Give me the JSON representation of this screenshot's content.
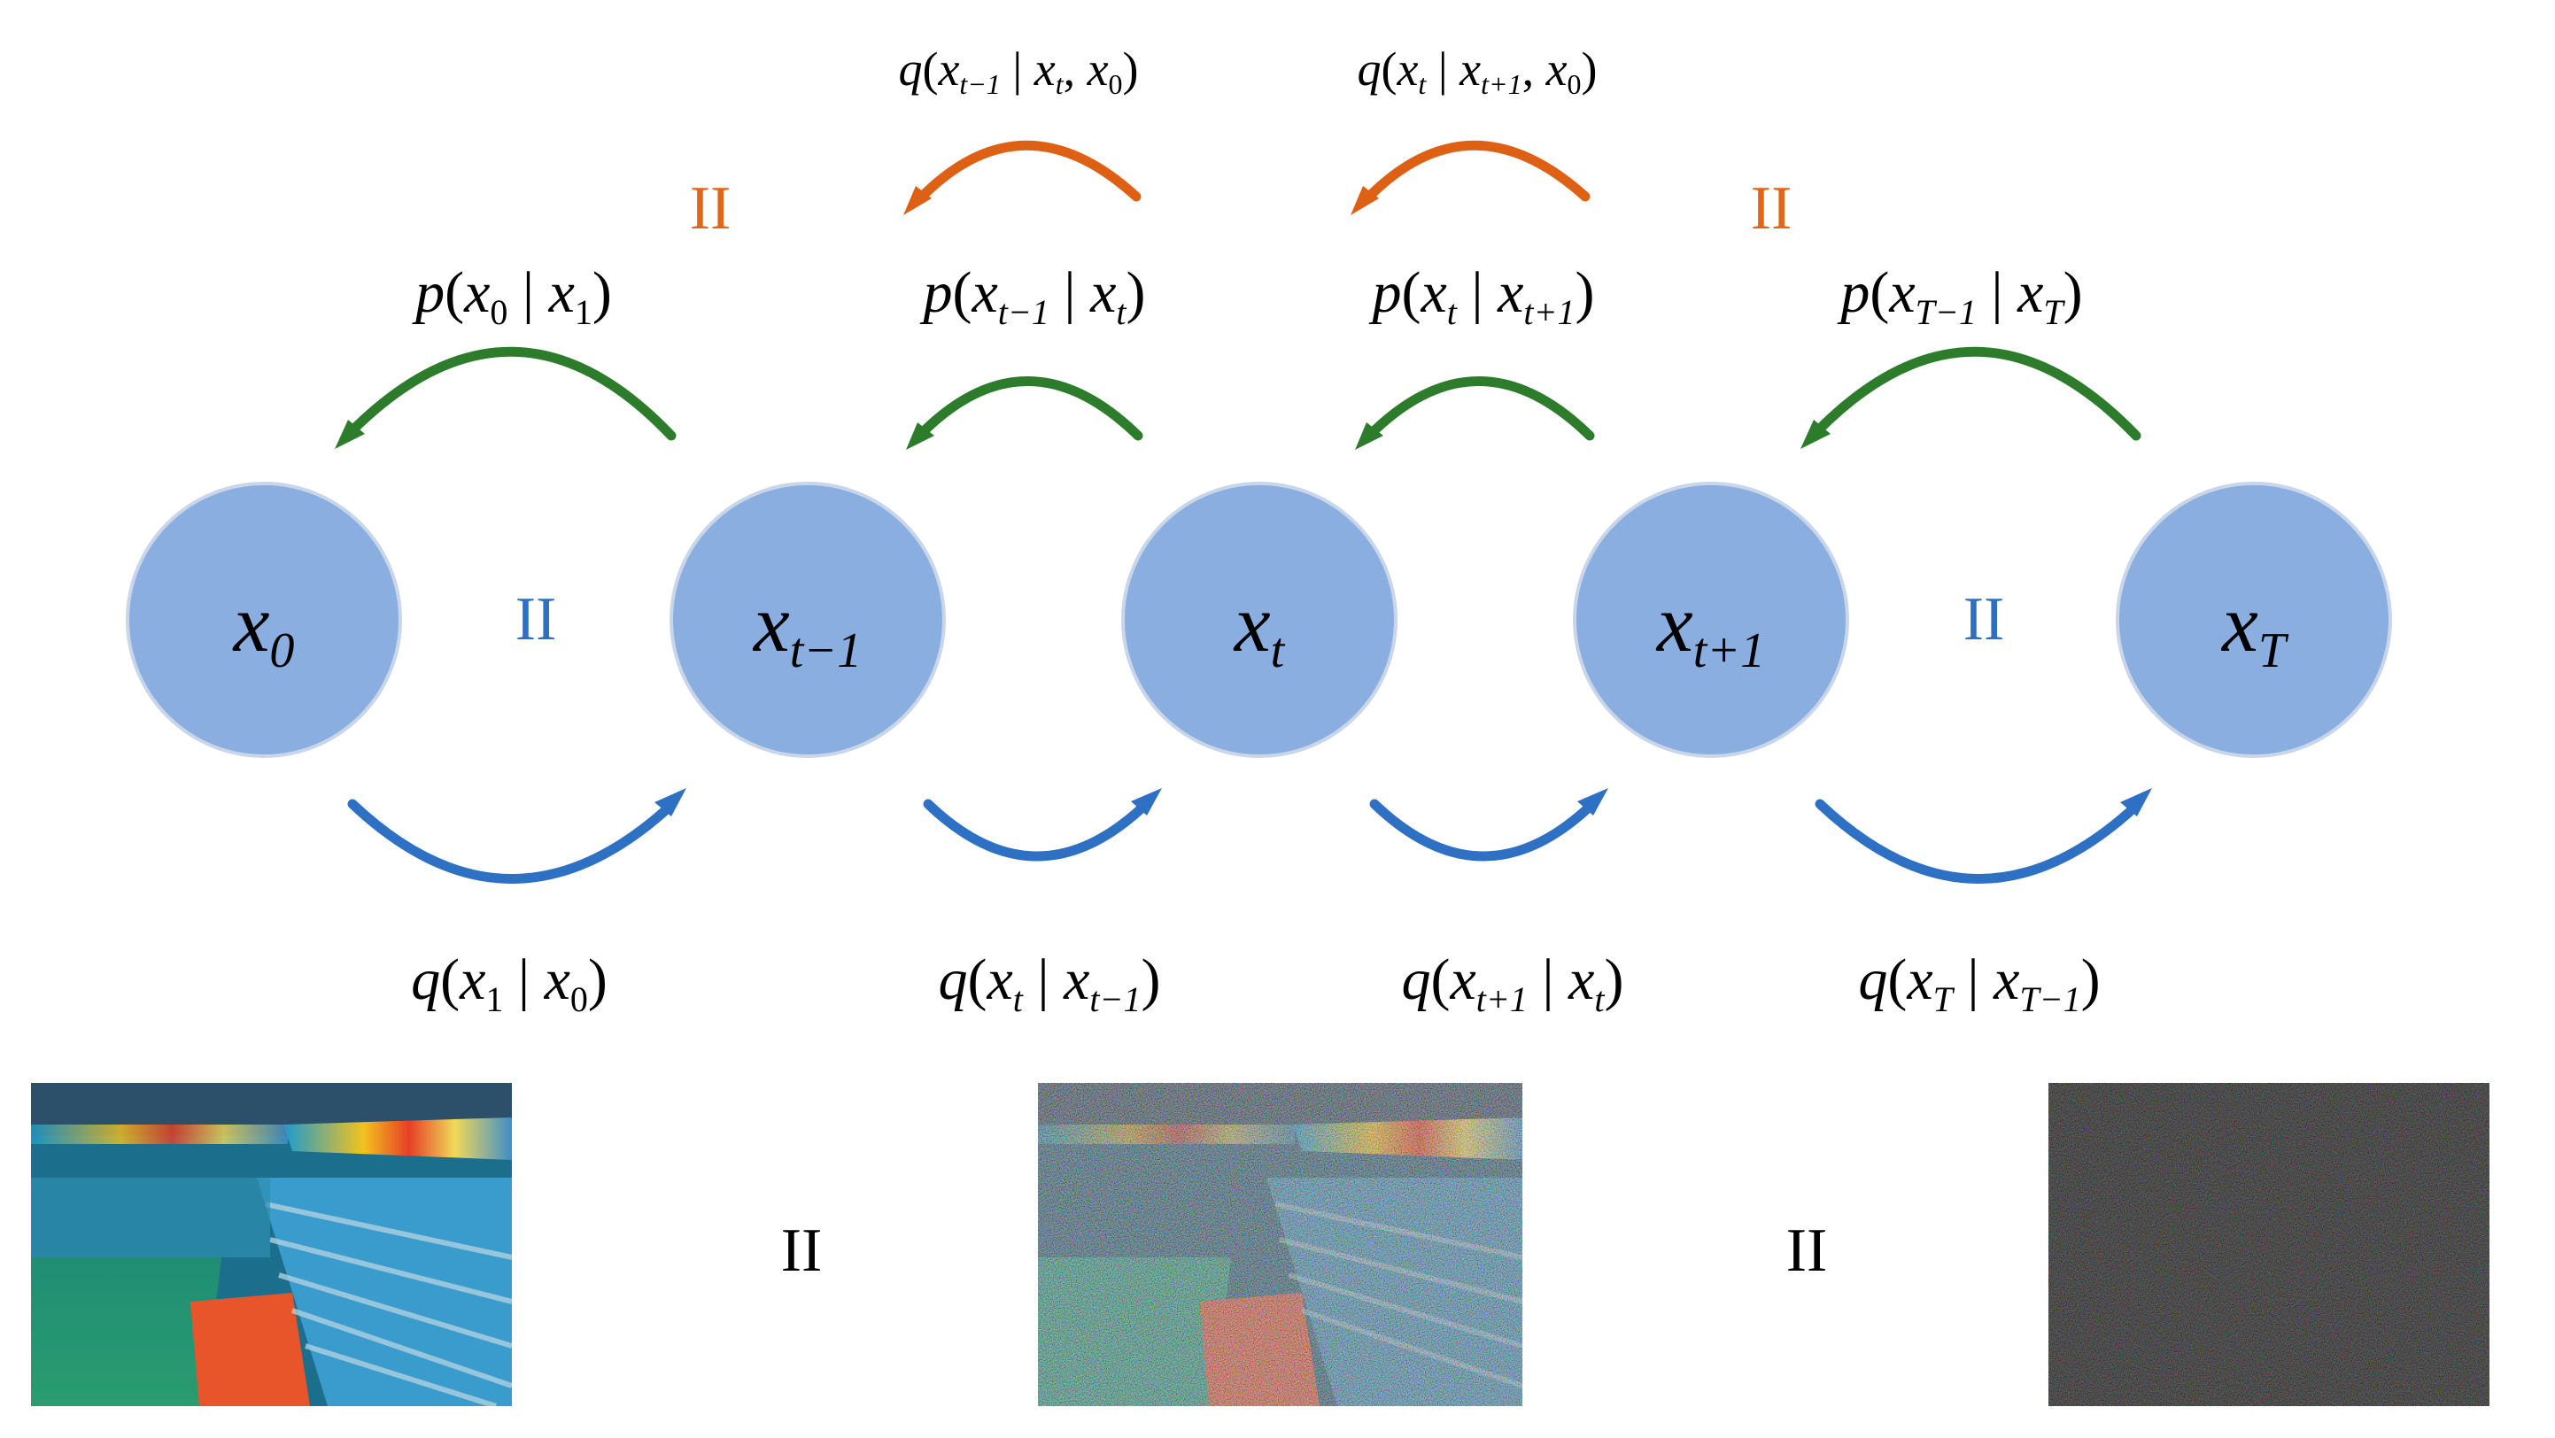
{
  "nodes": [
    {
      "base": "x",
      "sub": "0"
    },
    {
      "base": "x",
      "sub": "t−1"
    },
    {
      "base": "x",
      "sub": "t"
    },
    {
      "base": "x",
      "sub": "t+1"
    },
    {
      "base": "x",
      "sub": "T"
    }
  ],
  "ellipsis": {
    "node_gap_1": "II",
    "node_gap_2": "II",
    "top_left": "II",
    "top_right": "II",
    "image_gap_1": "II",
    "image_gap_2": "II"
  },
  "reverse_labels": [
    {
      "fn": "p",
      "a": "x",
      "a_sub": "0",
      "b": "x",
      "b_sub": "1"
    },
    {
      "fn": "p",
      "a": "x",
      "a_sub": "t−1",
      "b": "x",
      "b_sub": "t"
    },
    {
      "fn": "p",
      "a": "x",
      "a_sub": "t",
      "b": "x",
      "b_sub": "t+1"
    },
    {
      "fn": "p",
      "a": "x",
      "a_sub": "T−1",
      "b": "x",
      "b_sub": "T"
    }
  ],
  "forward_labels": [
    {
      "fn": "q",
      "a": "x",
      "a_sub": "1",
      "b": "x",
      "b_sub": "0"
    },
    {
      "fn": "q",
      "a": "x",
      "a_sub": "t",
      "b": "x",
      "b_sub": "t−1"
    },
    {
      "fn": "q",
      "a": "x",
      "a_sub": "t+1",
      "b": "x",
      "b_sub": "t"
    },
    {
      "fn": "q",
      "a": "x",
      "a_sub": "T",
      "b": "x",
      "b_sub": "T−1"
    }
  ],
  "posterior_labels": [
    {
      "fn": "q",
      "a": "x",
      "a_sub": "t−1",
      "b": "x",
      "b_sub": "t",
      "c": "x",
      "c_sub": "0"
    },
    {
      "fn": "q",
      "a": "x",
      "a_sub": "t",
      "b": "x",
      "b_sub": "t+1",
      "c": "x",
      "c_sub": "0"
    }
  ],
  "colors": {
    "node_fill": "#8aaee0",
    "reverse_arrow": "#2c7c2c",
    "forward_arrow": "#2d70c4",
    "posterior_arrow": "#dd6014"
  },
  "images": [
    {
      "name": "clean-stadium-image"
    },
    {
      "name": "noisy-stadium-image"
    },
    {
      "name": "pure-noise-image"
    }
  ]
}
